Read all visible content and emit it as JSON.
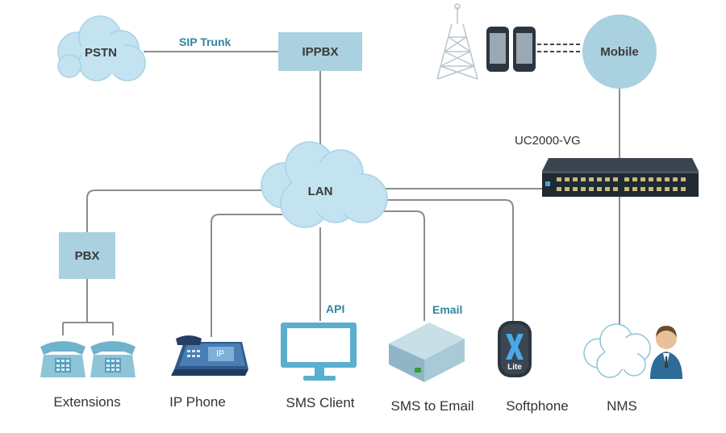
{
  "colors": {
    "line": "#8c8c8c",
    "cloud": "#c3e3f1",
    "cloud_edge": "#a9d2e6",
    "box": "#a9d1df",
    "accent_text": "#2f86a3",
    "device_dark": "#1f2a33"
  },
  "nodes": {
    "pstn": "PSTN",
    "ippbx": "IPPBX",
    "mobile": "Mobile",
    "lan": "LAN",
    "pbx": "PBX",
    "gateway": "UC2000-VG",
    "softphone_badge": "Lite"
  },
  "links": {
    "sip_trunk": "SIP Trunk",
    "api": "API",
    "email": "Email"
  },
  "captions": {
    "extensions": "Extensions",
    "ip_phone": "IP Phone",
    "sms_client": "SMS Client",
    "sms_to_email": "SMS to Email",
    "softphone": "Softphone",
    "nms": "NMS"
  },
  "phone_badge": "IP",
  "icons": [
    "cell-tower-icon",
    "mobile-phone-icon",
    "desk-phone-icon",
    "ip-phone-icon",
    "monitor-icon",
    "server-box-icon",
    "softphone-app-icon",
    "admin-user-icon",
    "gateway-device-icon"
  ]
}
